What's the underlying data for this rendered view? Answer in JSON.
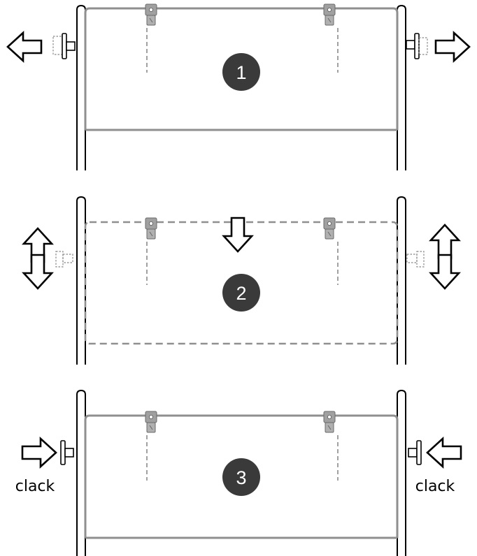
{
  "steps": [
    {
      "number": "1",
      "panel": "solid",
      "arrows": "outward"
    },
    {
      "number": "2",
      "panel": "dashed",
      "arrows": "up-down"
    },
    {
      "number": "3",
      "panel": "solid",
      "arrows": "inward"
    }
  ],
  "labels": {
    "left_sound": "clack",
    "right_sound": "clack"
  },
  "colors": {
    "line": "#000000",
    "panel": "#8f8f8f",
    "badge": "#3a3a3a",
    "badge_text": "#ffffff",
    "hinge": "#9a9a9a"
  },
  "icons": [
    "arrow-left-icon",
    "arrow-right-icon",
    "arrow-up-icon",
    "arrow-down-icon",
    "locking-pin-icon",
    "hinge-bracket-icon"
  ]
}
